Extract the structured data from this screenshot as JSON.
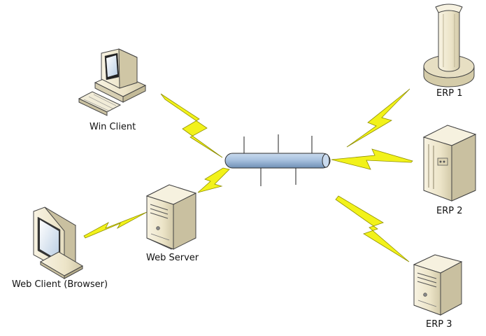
{
  "nodes": {
    "win_client": {
      "label": "Win Client",
      "icon": "desktop-computer-icon"
    },
    "web_client": {
      "label": "Web Client (Browser)",
      "icon": "crt-monitor-icon"
    },
    "web_server": {
      "label": "Web Server",
      "icon": "server-tower-icon"
    },
    "erp1": {
      "label": "ERP 1",
      "icon": "mainframe-icon"
    },
    "erp2": {
      "label": "ERP 2",
      "icon": "server-cabinet-icon"
    },
    "erp3": {
      "label": "ERP 3",
      "icon": "server-tower-icon"
    }
  },
  "bus": {
    "icon": "network-backbone-icon",
    "color": "#9fbad8"
  },
  "colors": {
    "bolt": "#f2f21a",
    "bolt_edge": "#8f8f00",
    "device": "#ece4c8",
    "device_edge": "#444444"
  }
}
